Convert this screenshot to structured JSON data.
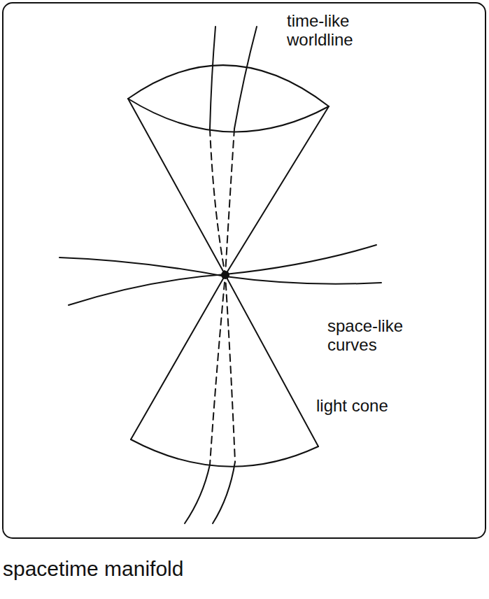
{
  "diagram": {
    "caption": "spacetime manifold",
    "labels": [
      "time-like worldline",
      "space-like curves",
      "light cone"
    ]
  }
}
